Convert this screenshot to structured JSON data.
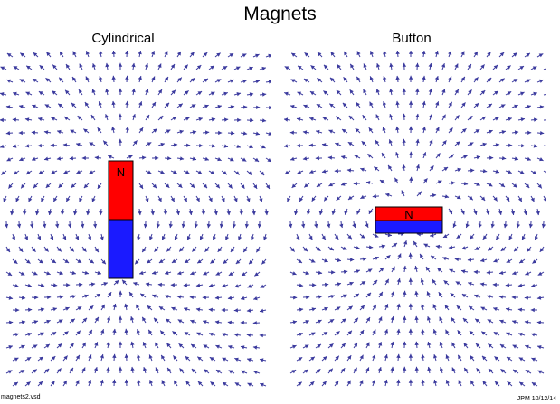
{
  "title": "Magnets",
  "colors": {
    "field_line": "#3b3a9e",
    "north": "#ff0000",
    "south": "#1a1aff",
    "outline": "#000000"
  },
  "panels": [
    {
      "subtitle": "Cylindrical",
      "pole_label": "N"
    },
    {
      "subtitle": "Button",
      "pole_label": "N"
    }
  ],
  "footer": {
    "file": "magnets2.vsd",
    "credit": "JPM 10/12/14"
  }
}
